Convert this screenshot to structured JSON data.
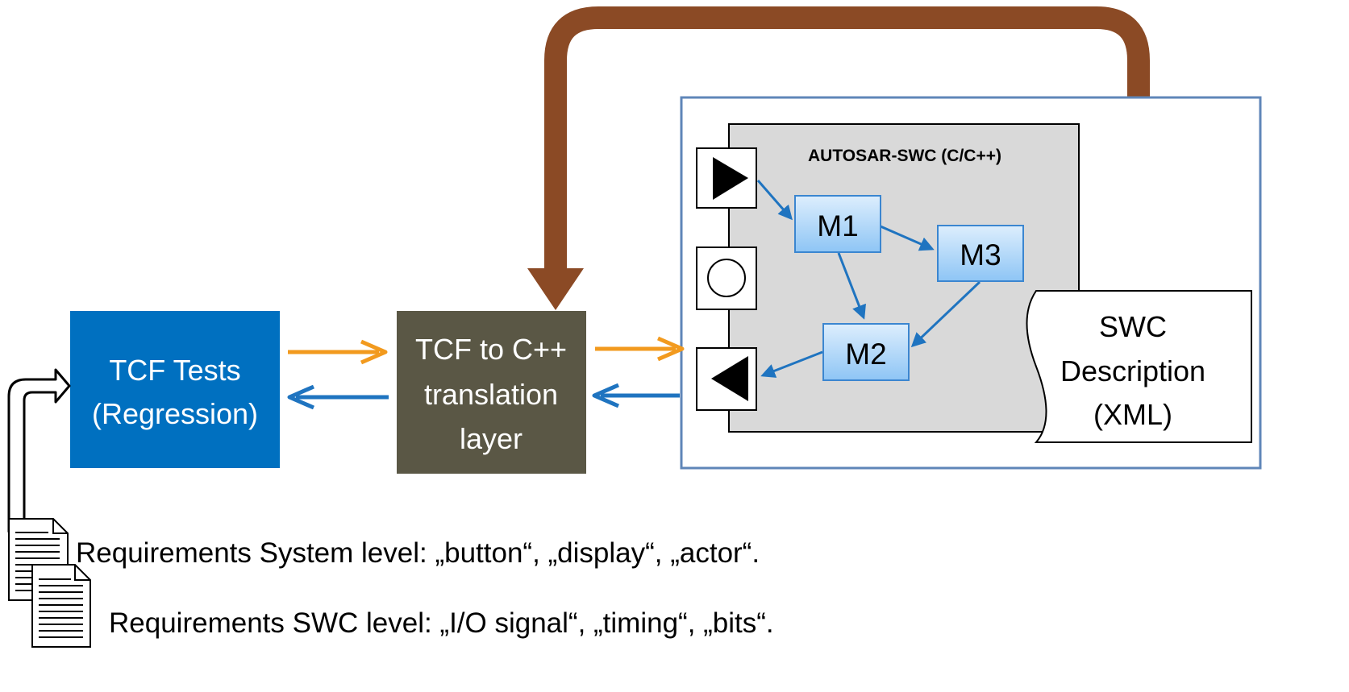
{
  "tcf_tests": {
    "line1": "TCF Tests",
    "line2": "(Regression)"
  },
  "translation": {
    "line1": "TCF to C++",
    "line2": "translation",
    "line3": "layer"
  },
  "swc": {
    "title": "AUTOSAR-SWC (C/C++)"
  },
  "modules": {
    "m1": "M1",
    "m2": "M2",
    "m3": "M3"
  },
  "description": {
    "line1": "SWC",
    "line2": "Description",
    "line3": "(XML)"
  },
  "requirements": {
    "system": "Requirements System level: „button“, „display“, „actor“.",
    "swc": "Requirements SWC level: „I/O signal“, „timing“, „bits“."
  },
  "colors": {
    "tcf_box": "#0070C0",
    "translation_box": "#5A5745",
    "feedback_arrow": "#8B4A25",
    "orange_arrow": "#F29A1E",
    "blue_arrow": "#1F74C0",
    "outer_frame": "#5F86B8",
    "swc_fill": "#D9D9D9",
    "module_fill": "#A9D4FA"
  }
}
